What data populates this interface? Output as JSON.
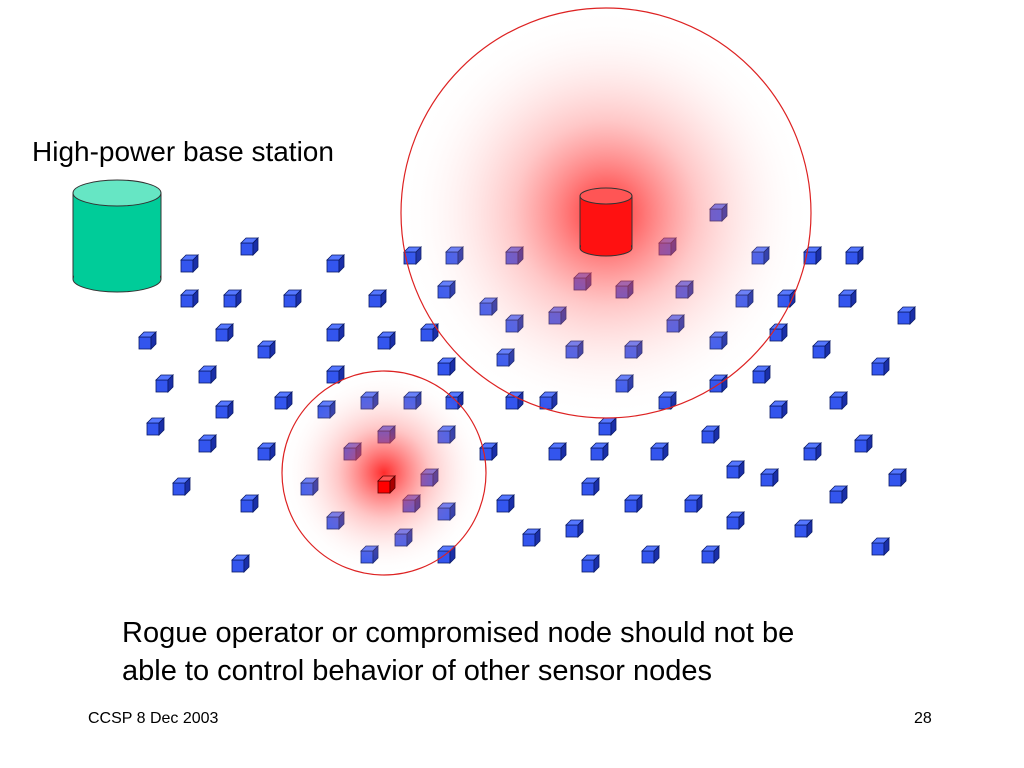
{
  "slide": {
    "base_station_label": "High-power base station",
    "caption_lines": [
      "Rogue operator or compromised node should not be",
      "able to control behavior of other sensor nodes"
    ],
    "footer_left": "CCSP 8 Dec 2003",
    "footer_right": "28"
  },
  "colors": {
    "node": "#3355ee",
    "node_top": "#5577ff",
    "node_side": "#1a2fa8",
    "base_station": "#00cc99",
    "rogue": "#ff0000",
    "range_circle": "#dd2222"
  }
}
